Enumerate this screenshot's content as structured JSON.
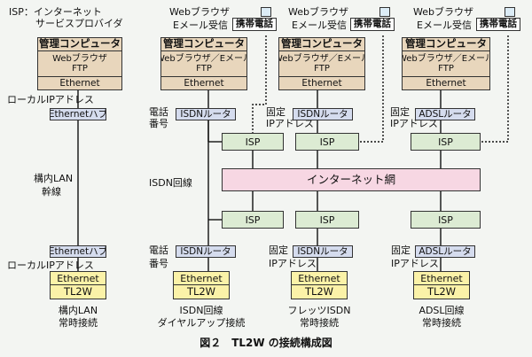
{
  "legend": {
    "line1": "ISP：インターネット",
    "line2": "サービスプロバイダ"
  },
  "caption": "図２　TL2W の接続構成図",
  "internet_label": "インターネット網",
  "isp_label": "ISP",
  "columns": [
    {
      "pc": {
        "title": "管理コンピュータ",
        "apps": [
          "Webブラウザ",
          "FTP"
        ],
        "nic": "Ethernet"
      },
      "upper_address_label": "ローカルIPアドレス",
      "upper_device": "Ethernetハブ",
      "middle_label": [
        "構内LAN",
        "幹線"
      ],
      "lower_device": "Ethernetハブ",
      "lower_address_label": "ローカルIPアドレス",
      "terminal": {
        "nic": "Ethernet",
        "name": "TL2W"
      },
      "bottom_label": [
        "構内LAN",
        "常時接続"
      ]
    },
    {
      "mobile": {
        "lines": [
          "Webブラウザ",
          "Eメール受信"
        ],
        "device": "携帯電話"
      },
      "pc": {
        "title": "管理コンピュータ",
        "apps": [
          "Webブラウザ／Eメール",
          "FTP"
        ],
        "nic": "Ethernet"
      },
      "upper_address_label": [
        "電話",
        "番号"
      ],
      "upper_device": "ISDNルータ",
      "middle_label": "ISDN回線",
      "lower_device": "ISDNルータ",
      "lower_address_label": [
        "電話",
        "番号"
      ],
      "terminal": {
        "nic": "Ethernet",
        "name": "TL2W"
      },
      "bottom_label": [
        "ISDN回線",
        "ダイヤルアップ接続"
      ]
    },
    {
      "mobile": {
        "lines": [
          "Webブラウザ",
          "Eメール受信"
        ],
        "device": "携帯電話"
      },
      "pc": {
        "title": "管理コンピュータ",
        "apps": [
          "Webブラウザ／Eメール",
          "FTP"
        ],
        "nic": "Ethernet"
      },
      "upper_address_label": [
        "固定",
        "IPアドレス"
      ],
      "upper_device": "ISDNルータ",
      "lower_device": "ISDNルータ",
      "lower_address_label": [
        "固定",
        "IPアドレス"
      ],
      "terminal": {
        "nic": "Ethernet",
        "name": "TL2W"
      },
      "bottom_label": [
        "フレッツISDN",
        "常時接続"
      ]
    },
    {
      "mobile": {
        "lines": [
          "Webブラウザ",
          "Eメール受信"
        ],
        "device": "携帯電話"
      },
      "pc": {
        "title": "管理コンピュータ",
        "apps": [
          "Webブラウザ／Eメール",
          "FTP"
        ],
        "nic": "Ethernet"
      },
      "upper_address_label": [
        "固定",
        "IPアドレス"
      ],
      "upper_device": "ADSLルータ",
      "lower_device": "ADSLルータ",
      "lower_address_label": [
        "固定",
        "IPアドレス"
      ],
      "terminal": {
        "nic": "Ethernet",
        "name": "TL2W"
      },
      "bottom_label": [
        "ADSL回線",
        "常時接続"
      ]
    }
  ]
}
